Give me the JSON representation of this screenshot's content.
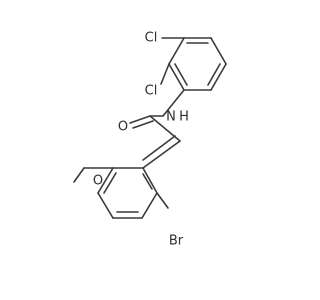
{
  "molecule": {
    "atoms": {
      "cl_top": "Cl",
      "cl_mid": "Cl",
      "nitrogen": "N",
      "hydrogen": "H",
      "oxygen_carbonyl": "O",
      "oxygen_methoxy": "O",
      "bromine": "Br"
    }
  }
}
